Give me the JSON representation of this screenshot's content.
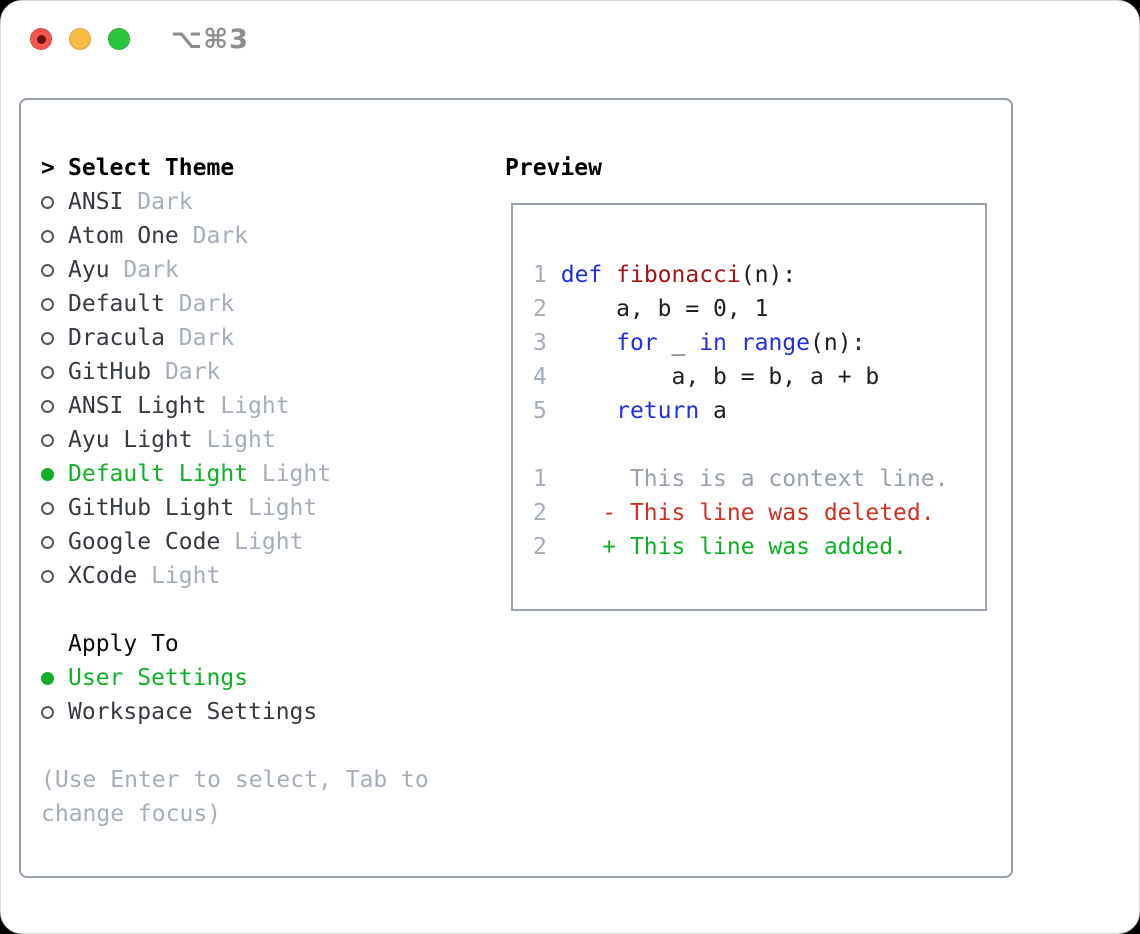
{
  "window": {
    "title": "⌥⌘3",
    "traffic_lights": [
      {
        "name": "close"
      },
      {
        "name": "minimize"
      },
      {
        "name": "zoom"
      }
    ]
  },
  "colors": {
    "accent_green": "#0eb125",
    "keyword_blue": "#2030e0",
    "function_red": "#a31515",
    "deleted_red": "#cc3222",
    "muted_gray": "#a5aeb9",
    "text_dark": "#363b41",
    "panel_border": "#99a2ac"
  },
  "theme_menu": {
    "title_prefix": ">",
    "title": "Select Theme",
    "items": [
      {
        "name": "ANSI",
        "variant": "Dark",
        "selected": false
      },
      {
        "name": "Atom One",
        "variant": "Dark",
        "selected": false
      },
      {
        "name": "Ayu",
        "variant": "Dark",
        "selected": false
      },
      {
        "name": "Default",
        "variant": "Dark",
        "selected": false
      },
      {
        "name": "Dracula",
        "variant": "Dark",
        "selected": false
      },
      {
        "name": "GitHub",
        "variant": "Dark",
        "selected": false
      },
      {
        "name": "ANSI Light",
        "variant": "Light",
        "selected": false
      },
      {
        "name": "Ayu Light",
        "variant": "Light",
        "selected": false
      },
      {
        "name": "Default Light",
        "variant": "Light",
        "selected": true
      },
      {
        "name": "GitHub Light",
        "variant": "Light",
        "selected": false
      },
      {
        "name": "Google Code",
        "variant": "Light",
        "selected": false
      },
      {
        "name": "XCode",
        "variant": "Light",
        "selected": false
      }
    ],
    "apply_to": {
      "title": "Apply To",
      "options": [
        {
          "label": "User Settings",
          "selected": true
        },
        {
          "label": "Workspace Settings",
          "selected": false
        }
      ]
    },
    "hint_lines": [
      "(Use Enter to select, Tab to",
      "change focus)"
    ]
  },
  "preview": {
    "title": "Preview",
    "lines": [
      {
        "num": "1",
        "tokens": [
          {
            "t": "def",
            "c": "kw"
          },
          {
            "t": " ",
            "c": "plain"
          },
          {
            "t": "fibonacci",
            "c": "fn"
          },
          {
            "t": "(n):",
            "c": "plain"
          }
        ]
      },
      {
        "num": "2",
        "tokens": [
          {
            "t": "    a, b = 0, 1",
            "c": "plain"
          }
        ]
      },
      {
        "num": "3",
        "tokens": [
          {
            "t": "    ",
            "c": "plain"
          },
          {
            "t": "for",
            "c": "kw"
          },
          {
            "t": " _ ",
            "c": "plain"
          },
          {
            "t": "in",
            "c": "kw"
          },
          {
            "t": " ",
            "c": "plain"
          },
          {
            "t": "range",
            "c": "kw"
          },
          {
            "t": "(n):",
            "c": "plain"
          }
        ]
      },
      {
        "num": "4",
        "tokens": [
          {
            "t": "        a, b = b, a + b",
            "c": "plain"
          }
        ]
      },
      {
        "num": "5",
        "tokens": [
          {
            "t": "    ",
            "c": "plain"
          },
          {
            "t": "return",
            "c": "kw"
          },
          {
            "t": " a",
            "c": "plain"
          }
        ]
      },
      {
        "num": "",
        "tokens": []
      },
      {
        "num": "1",
        "tokens": [
          {
            "t": "     This is a context line.",
            "c": "ctx"
          }
        ]
      },
      {
        "num": "2",
        "tokens": [
          {
            "t": "   - This line was deleted.",
            "c": "del"
          }
        ]
      },
      {
        "num": "2",
        "tokens": [
          {
            "t": "   + This line was added.",
            "c": "add"
          }
        ]
      }
    ]
  }
}
